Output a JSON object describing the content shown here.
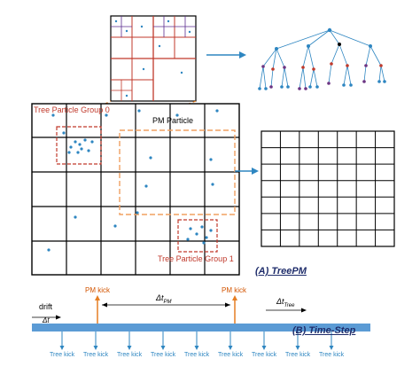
{
  "labels": {
    "tree_particle_group_0": "Tree Particle Group 0",
    "pm_particle": "PM Particle",
    "tree_particle_group_1": "Tree Particle Group 1",
    "caption_a": "(A) TreePM",
    "caption_b": "(B) Time-Step",
    "drift": "drift",
    "delta_t": "Δt",
    "delta_t_pm": "Δt",
    "pm_sub": "PM",
    "delta_t_tree": "Δt",
    "tree_sub": "Tree",
    "pm_kick": "PM kick",
    "tree_kick": "Tree kick"
  },
  "colors": {
    "grid": "#000000",
    "tree_box": "#c0392b",
    "tree_sub": "#5b2c8f",
    "particle": "#2e86c1",
    "pm_region": "#f0a060",
    "arrow": "#2e86c1",
    "timeline": "#5b9bd5",
    "pm_kick": "#e67e22",
    "node_black": "#000000",
    "node_red": "#c0392b",
    "node_purple": "#6c3483",
    "node_blue": "#2e86c1"
  },
  "tree_kick_count": 9
}
